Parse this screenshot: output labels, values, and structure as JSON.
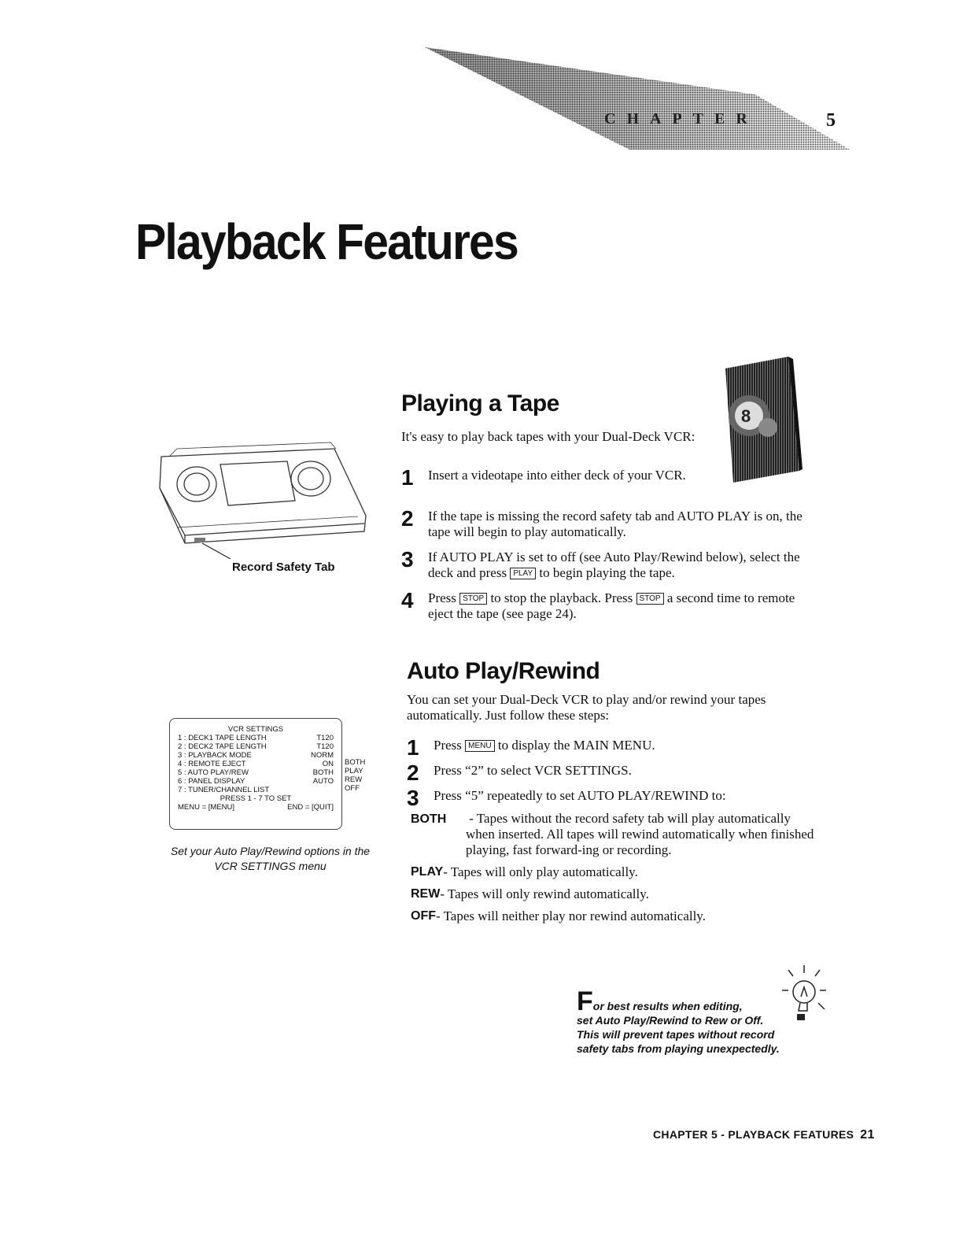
{
  "header": {
    "chapter_word": "CHAPTER",
    "chapter_number": "5",
    "title": "Playback Features"
  },
  "cassette": {
    "label": "Record Safety Tab"
  },
  "playing": {
    "heading": "Playing a Tape",
    "intro": "It's easy to play back tapes with your Dual-Deck VCR:",
    "steps": [
      {
        "num": "1",
        "text": "Insert a videotape into either deck of your VCR."
      },
      {
        "num": "2",
        "text": "If the tape is missing the record safety tab and AUTO PLAY is on, the tape will begin to play automatically."
      },
      {
        "num": "3",
        "pre": "If AUTO PLAY is set to off (see Auto Play/Rewind below), select the deck and press ",
        "key": "PLAY",
        "post": " to begin playing the tape."
      },
      {
        "num": "4",
        "pre": "Press ",
        "key": "STOP",
        "mid": " to stop the playback. Press ",
        "key2": "STOP",
        "post": " a second time to remote eject the tape (see page 24)."
      }
    ]
  },
  "osd": {
    "title": "VCR SETTINGS",
    "rows": [
      {
        "label": "1 : DECK1 TAPE LENGTH",
        "value": "T120"
      },
      {
        "label": "2 : DECK2 TAPE LENGTH",
        "value": "T120"
      },
      {
        "label": "3 : PLAYBACK MODE",
        "value": "NORM"
      },
      {
        "label": "4 : REMOTE EJECT",
        "value": "ON"
      },
      {
        "label": "5 : AUTO PLAY/REW",
        "value": "BOTH"
      },
      {
        "label": "6 : PANEL DISPLAY",
        "value": "AUTO"
      },
      {
        "label": "7 : TUNER/CHANNEL LIST",
        "value": ""
      }
    ],
    "press_hint": "PRESS 1 - 7 TO SET",
    "menu_hint": "MENU = [MENU]",
    "end_hint": "END = [QUIT]",
    "options": [
      "BOTH",
      "PLAY",
      "REW",
      "OFF"
    ],
    "caption": "Set your Auto Play/Rewind options in the VCR SETTINGS menu"
  },
  "autoplay": {
    "heading": "Auto Play/Rewind",
    "intro": "You can set your Dual-Deck VCR to play and/or rewind your tapes automatically. Just follow these steps:",
    "steps": [
      {
        "num": "1",
        "pre": "Press ",
        "key": "MENU",
        "post": " to display the MAIN MENU."
      },
      {
        "num": "2",
        "text": "Press “2” to select VCR SETTINGS."
      },
      {
        "num": "3",
        "text": "Press “5” repeatedly to set AUTO PLAY/REWIND to:"
      }
    ],
    "options": [
      {
        "key": "BOTH",
        "text": " - Tapes without the record safety tab will play automatically when inserted. All tapes will rewind automatically when finished playing, fast forward-ing or recording."
      },
      {
        "key": "PLAY",
        "text": " - Tapes will only play automatically."
      },
      {
        "key": "REW",
        "text": " - Tapes will only rewind automatically."
      },
      {
        "key": "OFF",
        "text": " - Tapes will neither play nor rewind automatically."
      }
    ]
  },
  "tip": {
    "big_letter": "F",
    "line1": "or best results when editing,",
    "line2": "set Auto Play/Rewind to Rew or Off.",
    "line3": "This will prevent tapes without record",
    "line4": "safety tabs from playing unexpectedly."
  },
  "footer": {
    "text": "CHAPTER 5 - PLAYBACK FEATURES",
    "page": "21"
  }
}
